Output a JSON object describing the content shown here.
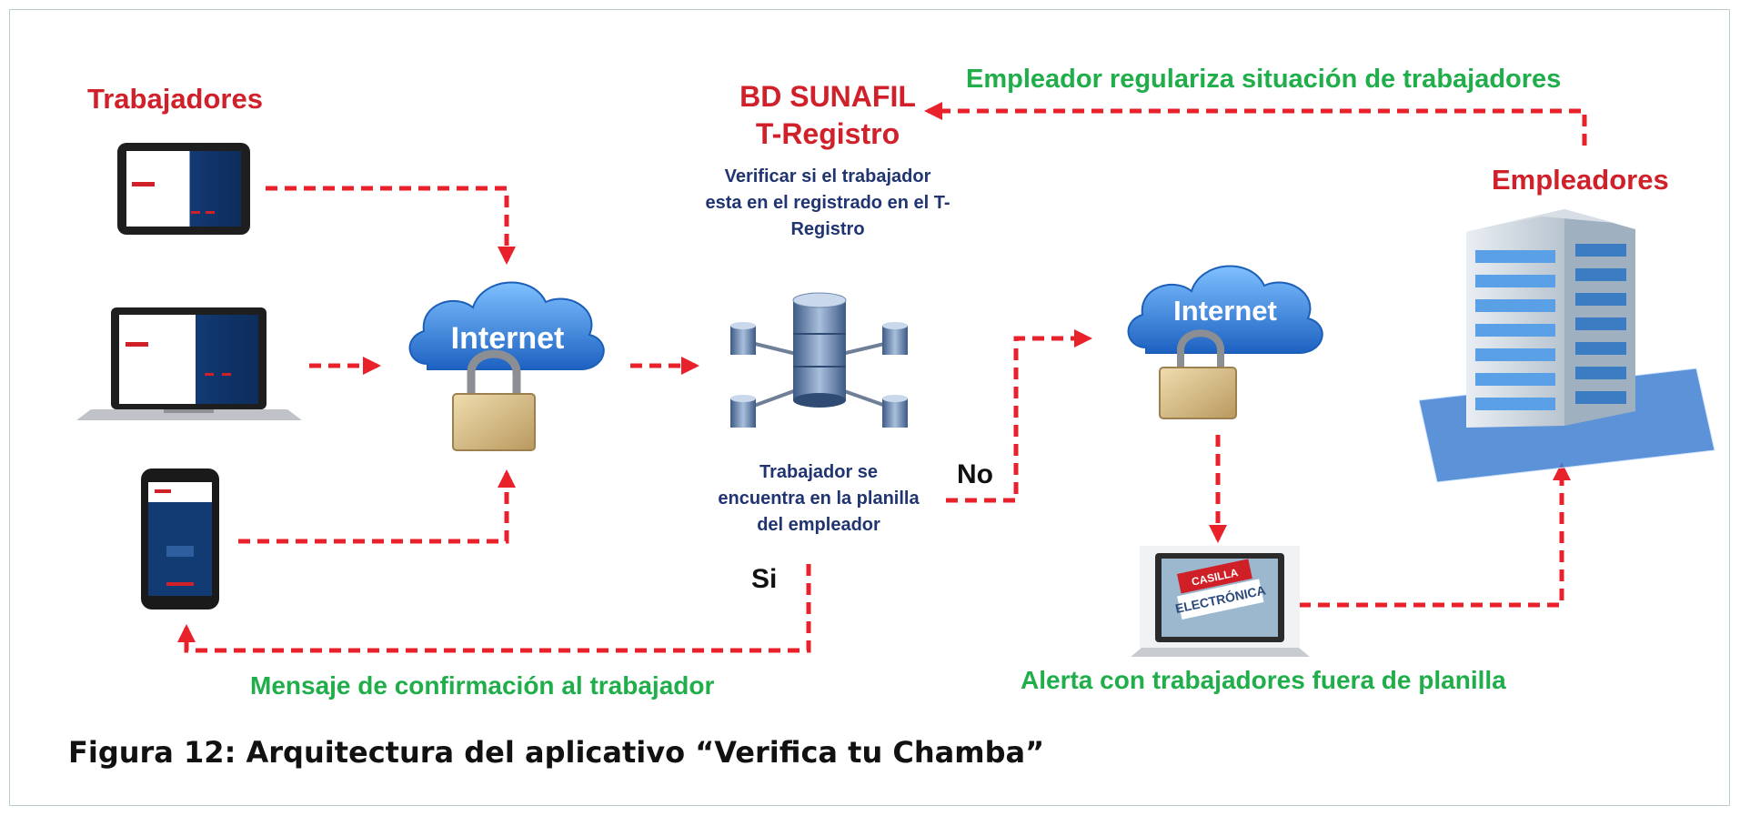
{
  "labels": {
    "workers": "Trabajadores",
    "db_line1": "BD SUNAFIL",
    "db_line2": "T-Registro",
    "verify_line1": "Verificar si el trabajador",
    "verify_line2": "esta en el registrado en el T-",
    "verify_line3": "Registro",
    "employer_regularizes": "Empleador regulariza situación de trabajadores",
    "employers": "Empleadores",
    "internet_left": "Internet",
    "internet_right": "Internet",
    "check_line1": "Trabajador se",
    "check_line2": "encuentra en la planilla",
    "check_line3": "del empleador",
    "no": "No",
    "si": "Si",
    "confirmation_msg": "Mensaje de confirmación al trabajador",
    "alert_msg": "Alerta con trabajadores fuera de planilla",
    "casilla_line1": "CASILLA",
    "casilla_line2": "ELECTRÓNICA"
  },
  "caption": "Figura 12: Arquitectura del aplicativo “Verifica tu Chamba”",
  "colors": {
    "accent_red": "#d0202a",
    "accent_green": "#1fae4a",
    "navy": "#1f3470",
    "cloud_blue": "#2f7fd6",
    "arrow_red": "#e8212b"
  },
  "icons": [
    "tablet-icon",
    "laptop-icon",
    "smartphone-icon",
    "cloud-icon",
    "padlock-icon",
    "database-server-icon",
    "office-building-icon",
    "casilla-electronica-laptop-icon"
  ]
}
